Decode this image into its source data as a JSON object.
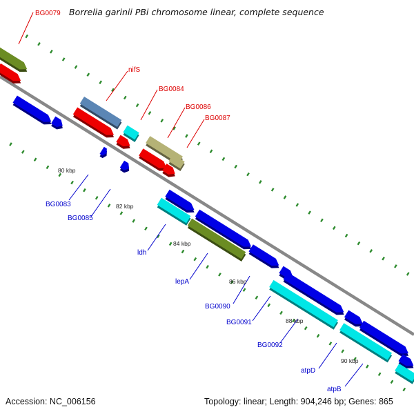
{
  "header": {
    "title": "Borrelia garinii PBi chromosome linear, complete sequence"
  },
  "footer": {
    "accession": "Accession: NC_006156",
    "summary": "Topology: linear; Length: 904,246 bp; Genes: 865"
  },
  "colors": {
    "backbone": "#888888",
    "forward_label": "#dd0000",
    "reverse_label": "#0000cc",
    "blue": "#0000e6",
    "red": "#ee0000",
    "cyan": "#00e6e6",
    "olive": "#6b8c23",
    "steel": "#5b86b5",
    "khaki": "#b5b276",
    "dots": "#2e8b2e"
  },
  "ticks": [
    "80 kbp",
    "82 kbp",
    "84 kbp",
    "86 kbp",
    "88 kbp",
    "90 kbp"
  ],
  "top_labels": [
    "BG0079",
    "nifS",
    "BG0084",
    "BG0086",
    "BG0087"
  ],
  "bottom_labels": [
    "BG0083",
    "BG0085",
    "ldh",
    "lepA",
    "BG0090",
    "BG0091",
    "BG0092",
    "atpD",
    "atpB"
  ]
}
